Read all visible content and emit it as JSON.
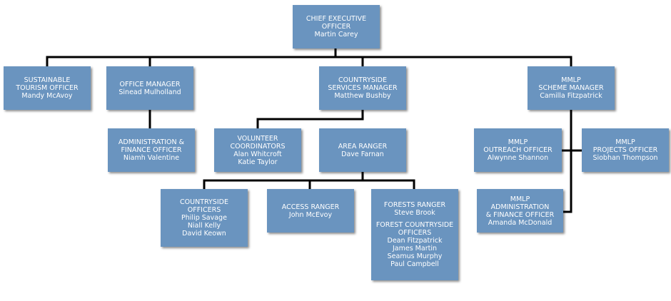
{
  "nodes": [
    {
      "id": "ceo",
      "lines": [
        "CHIEF EXECUTIVE",
        "OFFICER",
        "Martin Carey"
      ]
    },
    {
      "id": "sustainable",
      "lines": [
        "SUSTAINABLE",
        "TOURISM OFFICER",
        "Mandy McAvoy"
      ]
    },
    {
      "id": "office-manager",
      "lines": [
        "OFFICE MANAGER",
        "Sinead Mulholland"
      ]
    },
    {
      "id": "countryside-services",
      "lines": [
        "COUNTRYSIDE",
        "SERVICES MANAGER",
        "Matthew Bushby"
      ]
    },
    {
      "id": "mmlp-scheme",
      "lines": [
        "MMLP",
        "SCHEME MANAGER",
        "Camilla Fitzpatrick"
      ]
    },
    {
      "id": "admin-finance",
      "lines": [
        "ADMINISTRATION &",
        "FINANCE OFFICER",
        "Niamh Valentine"
      ]
    },
    {
      "id": "volunteer",
      "lines": [
        "VOLUNTEER",
        "COORDINATORS",
        "Alan Whitcroft",
        "Katie Taylor"
      ]
    },
    {
      "id": "area-ranger",
      "lines": [
        "AREA RANGER",
        "Dave Farnan"
      ]
    },
    {
      "id": "mmlp-outreach",
      "lines": [
        "MMLP",
        "OUTREACH OFFICER",
        "Alwynne Shannon"
      ]
    },
    {
      "id": "mmlp-projects",
      "lines": [
        "MMLP",
        "PROJECTS OFFICER",
        "Siobhan Thompson"
      ]
    },
    {
      "id": "mmlp-admin",
      "lines": [
        "MMLP",
        "ADMINISTRATION",
        "& FINANCE OFFICER",
        "Amanda McDonald"
      ]
    },
    {
      "id": "countryside-officers",
      "lines": [
        "COUNTRYSIDE",
        "OFFICERS",
        "Philip Savage",
        "Niall Kelly",
        "David Keown"
      ]
    },
    {
      "id": "access-ranger",
      "lines": [
        "ACCESS RANGER",
        "John McEvoy"
      ]
    },
    {
      "id": "forests-ranger",
      "lines": [
        "FORESTS RANGER",
        "Steve Brook",
        "",
        "FOREST COUNTRYSIDE",
        "OFFICERS",
        "Dean Fitzpatrick",
        "James Martin",
        "Seamus Murphy",
        "Paul Campbell"
      ]
    }
  ]
}
